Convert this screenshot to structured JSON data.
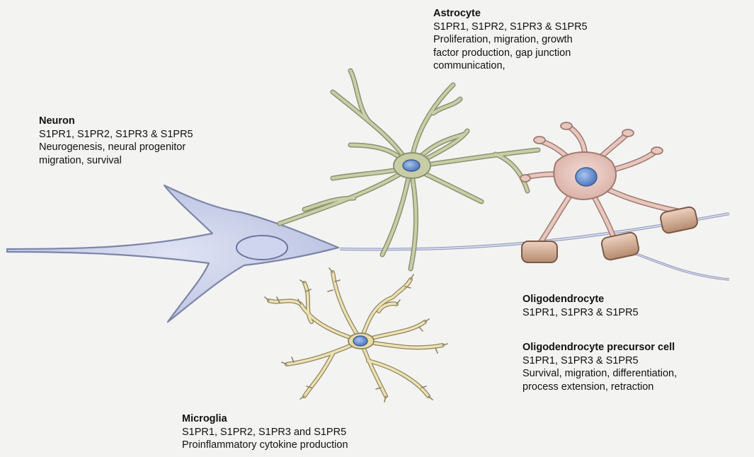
{
  "labels": {
    "astrocyte": {
      "title": "Astrocyte",
      "lines": [
        "S1PR1, S1PR2, S1PR3 & S1PR5",
        "Proliferation, migration, growth",
        "factor production, gap junction",
        "communication,"
      ]
    },
    "neuron": {
      "title": "Neuron",
      "lines": [
        "S1PR1, S1PR2, S1PR3 & S1PR5",
        "Neurogenesis, neural progenitor",
        "migration, survival"
      ]
    },
    "oligodendrocyte": {
      "title": "Oligodendrocyte",
      "lines": [
        "S1PR1, S1PR3 & S1PR5"
      ]
    },
    "opc": {
      "title": "Oligodendrocyte precursor cell",
      "lines": [
        "S1PR1, S1PR3 & S1PR5",
        "Survival, migration, differentiation,",
        "process extension, retraction"
      ]
    },
    "microglia": {
      "title": "Microglia",
      "lines": [
        "S1PR1, S1PR2, S1PR3 and  S1PR5",
        "Proinflammatory cytokine production"
      ]
    }
  },
  "colors": {
    "background": "#f3f3f2",
    "neuron_fill": "#c9cfe8",
    "astrocyte_fill": "#c7cda4",
    "oligodendrocyte_fill": "#e7c6bd",
    "microglia_fill": "#e9dca8",
    "myelin_fill": "#c9a68e",
    "nucleus_fill": "#7aa0d8"
  }
}
